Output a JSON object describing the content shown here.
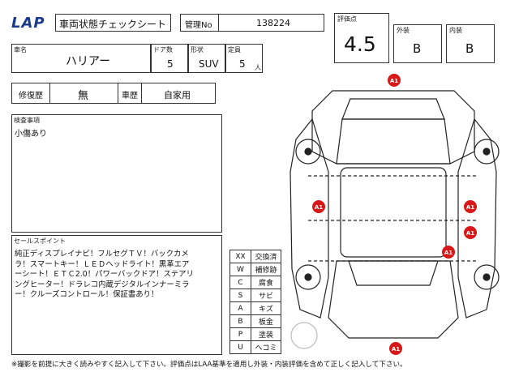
{
  "header": {
    "logo": "LAP",
    "sheet_title": "車両状態チェックシート",
    "mgmt_label": "管理No",
    "mgmt_no": "138224"
  },
  "vehicle": {
    "name_label": "車名",
    "name": "ハリアー",
    "doors_label": "ドア数",
    "doors": "5",
    "shape_label": "形状",
    "shape": "SUV",
    "capacity_label": "定員",
    "capacity": "5",
    "capacity_unit": "人"
  },
  "history": {
    "repair_label": "修復歴",
    "repair": "無",
    "use_label": "車歴",
    "use": "自家用"
  },
  "scores": {
    "overall_label": "評価点",
    "overall": "4.5",
    "exterior_label": "外装",
    "exterior": "B",
    "interior_label": "内装",
    "interior": "B"
  },
  "inspection": {
    "label": "検査事項",
    "text": "小傷あり"
  },
  "sales": {
    "label": "セールスポイント",
    "lines": [
      "純正ディスプレイナビ！フルセグＴＶ！バックカメ",
      "ラ！スマートキー！ＬＥＤヘッドライト！黒革エア",
      "ーシート！ＥＴＣ2.0！パワーバックドア！ステアリ",
      "ングヒーター！ドラレコ内蔵デジタルインナーミラ",
      "ー！クルーズコントロール！保証書あり！"
    ]
  },
  "legend": [
    {
      "code": "XX",
      "meaning": "交換済"
    },
    {
      "code": "W",
      "meaning": "補修跡"
    },
    {
      "code": "C",
      "meaning": "腐食"
    },
    {
      "code": "S",
      "meaning": "サビ"
    },
    {
      "code": "A",
      "meaning": "キズ"
    },
    {
      "code": "B",
      "meaning": "板金"
    },
    {
      "code": "P",
      "meaning": "塗装"
    },
    {
      "code": "U",
      "meaning": "ヘコミ"
    }
  ],
  "damage_marker": "A1",
  "footer": "※撮影を前提に大きく読みやすく記入して下さい。評価点はLAA基準を適用し外装・内装評価を含めて正しく記入して下さい。",
  "colors": {
    "marker": "#d81818",
    "logo": "#1a3a8a"
  }
}
